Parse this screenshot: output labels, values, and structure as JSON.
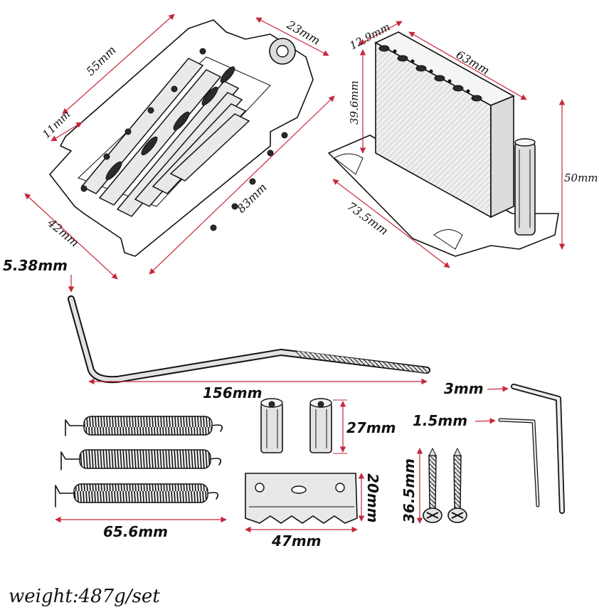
{
  "measurements": {
    "bridge_length": "55mm",
    "bridge_width": "23mm",
    "saddle_offset": "11mm",
    "baseplate_length": "83mm",
    "baseplate_width": "42mm",
    "block_thickness": "12.9mm",
    "block_width": "63mm",
    "block_height_side": "39.6mm",
    "block_height": "50mm",
    "block_base": "73.5mm",
    "arm_diameter": "5.38mm",
    "arm_length": "156mm",
    "wrench_large": "3mm",
    "wrench_small": "1.5mm",
    "post_height": "27mm",
    "screw_length": "36.5mm",
    "claw_height": "20mm",
    "spring_length": "65.6mm",
    "claw_width": "47mm"
  },
  "footer": {
    "weight": "weight:487g/set"
  },
  "colors": {
    "dimension_line": "#c8273a",
    "ink": "#111111",
    "metal": "#e9e9e9"
  }
}
